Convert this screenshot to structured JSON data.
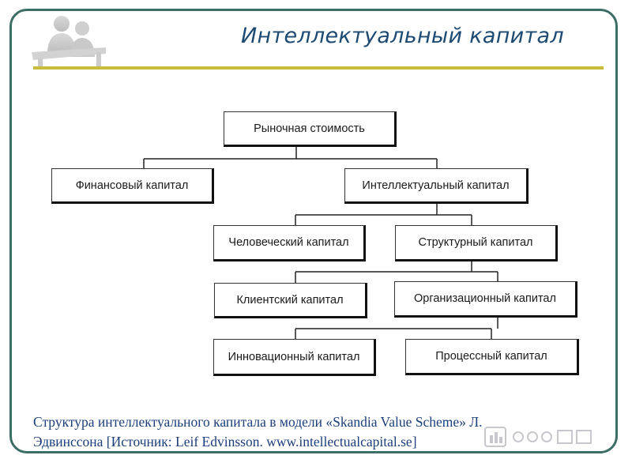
{
  "slide": {
    "title": "Интеллектуальный капитал",
    "accent_color": "#c8bc3c",
    "border_color": "#3d6e66",
    "title_color": "#1c4a72"
  },
  "diagram": {
    "nodes": {
      "market_value": "Рыночная стоимость",
      "financial_capital": "Финансовый капитал",
      "intellectual_capital": "Интеллектуальный капитал",
      "human_capital": "Человеческий капитал",
      "structural_capital": "Структурный капитал",
      "client_capital": "Клиентский капитал",
      "organizational_capital": "Организационный капитал",
      "innovation_capital": "Инновационный капитал",
      "process_capital": "Процессный капитал"
    },
    "edges": [
      [
        "market_value",
        "financial_capital"
      ],
      [
        "market_value",
        "intellectual_capital"
      ],
      [
        "intellectual_capital",
        "human_capital"
      ],
      [
        "intellectual_capital",
        "structural_capital"
      ],
      [
        "structural_capital",
        "client_capital"
      ],
      [
        "structural_capital",
        "organizational_capital"
      ],
      [
        "organizational_capital",
        "innovation_capital"
      ],
      [
        "organizational_capital",
        "process_capital"
      ]
    ]
  },
  "caption": {
    "line1": "Структура интеллектуального капитала в модели «Skandia Value Scheme» Л.",
    "line2": "Эдвинссона [Источник: Leif Edvinsson. www.intellectualcapital.se]"
  },
  "logo_icon": "people-at-desk-icon",
  "watermark_icon": "presentation-watermark-icon"
}
